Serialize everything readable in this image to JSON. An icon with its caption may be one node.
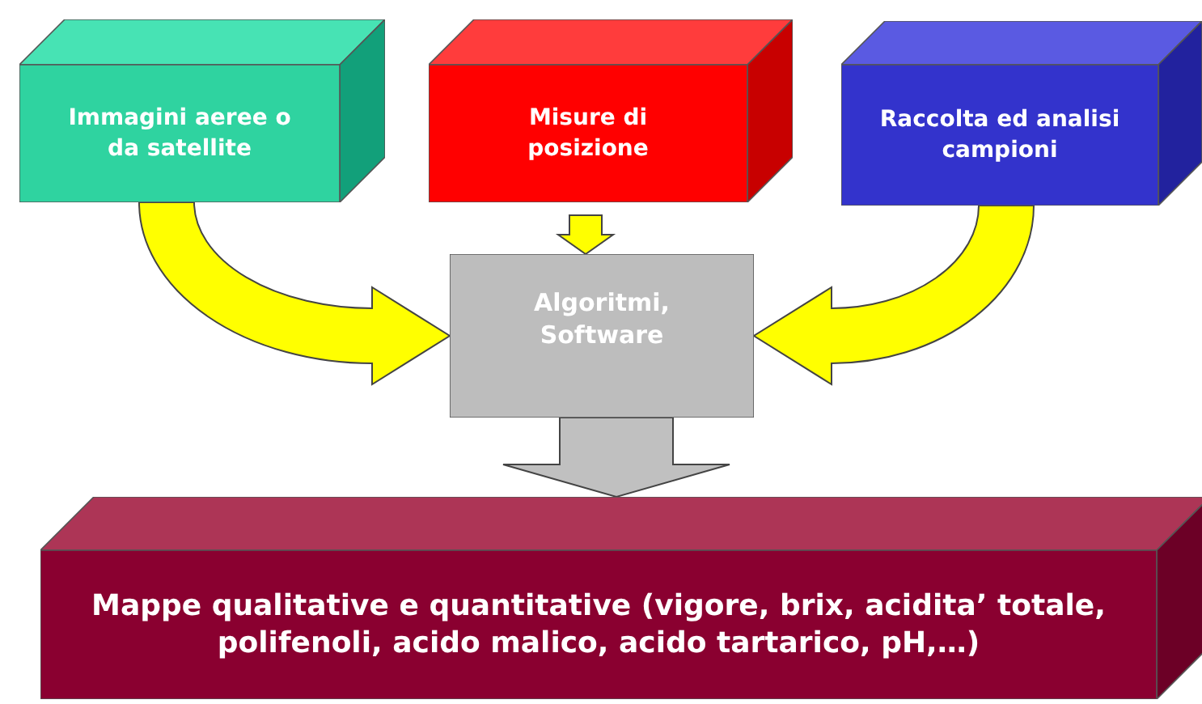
{
  "diagram": {
    "nodes": [
      {
        "text": [
          "Immagini aeree o da satellite"
        ]
      },
      {
        "text": [
          "Misure di posizione"
        ]
      },
      {
        "text": [
          "Raccolta ed analisi campioni"
        ]
      },
      {
        "text": [
          "Algoritmi, Software"
        ]
      },
      {
        "text": [
          "Mappe qualitative e quantitative (vigore, brix, acidita’ totale, polifenoli, acido malico, acido tartarico, pH,…)"
        ]
      }
    ],
    "edges": [
      {
        "from": 0,
        "to": 3,
        "arrow": "to"
      },
      {
        "from": 1,
        "to": 3,
        "arrow": "to"
      },
      {
        "from": 2,
        "to": 3,
        "arrow": "to"
      },
      {
        "from": 3,
        "to": 4,
        "arrow": "to",
        "color": "#c0c0c0"
      }
    ]
  }
}
